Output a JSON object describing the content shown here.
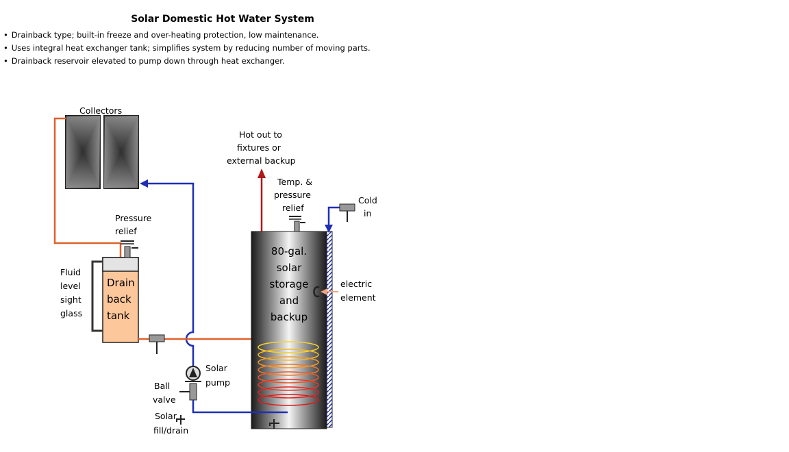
{
  "title": "Solar Domestic Hot Water System",
  "bullets": [
    "Drainback type; built-in freeze and over-heating protection, low maintenance.",
    "Uses integral heat exchanger tank; simplifies system by reducing number of moving parts.",
    "Drainback reservoir elevated to pump down through heat exchanger."
  ],
  "labels": {
    "collectors": "Collectors",
    "hot_out": [
      "Hot out to",
      "fixtures or",
      "external backup"
    ],
    "temp_relief": [
      "Temp. &",
      "pressure",
      "relief"
    ],
    "cold_in": [
      "Cold",
      "in"
    ],
    "pressure_relief": [
      "Pressure",
      "relief"
    ],
    "fluid_level": [
      "Fluid",
      "level",
      "sight",
      "glass"
    ],
    "drain_tank": [
      "Drain",
      "back",
      "tank"
    ],
    "storage_tank": [
      "80-gal.",
      "solar",
      "storage",
      "and",
      "backup"
    ],
    "electric_element": [
      "electric",
      "element"
    ],
    "solar_pump": [
      "Solar",
      "pump"
    ],
    "ball_valve": [
      "Ball",
      "valve"
    ],
    "fill_drain": [
      "Solar",
      "fill/drain"
    ]
  },
  "colors": {
    "hot_line": "#e0602a",
    "cold_line": "#1f2fb5",
    "hot_out_line": "#b01818",
    "drain_tank_fill": "#fdc79c",
    "element_arrow": "#f4a47c"
  }
}
